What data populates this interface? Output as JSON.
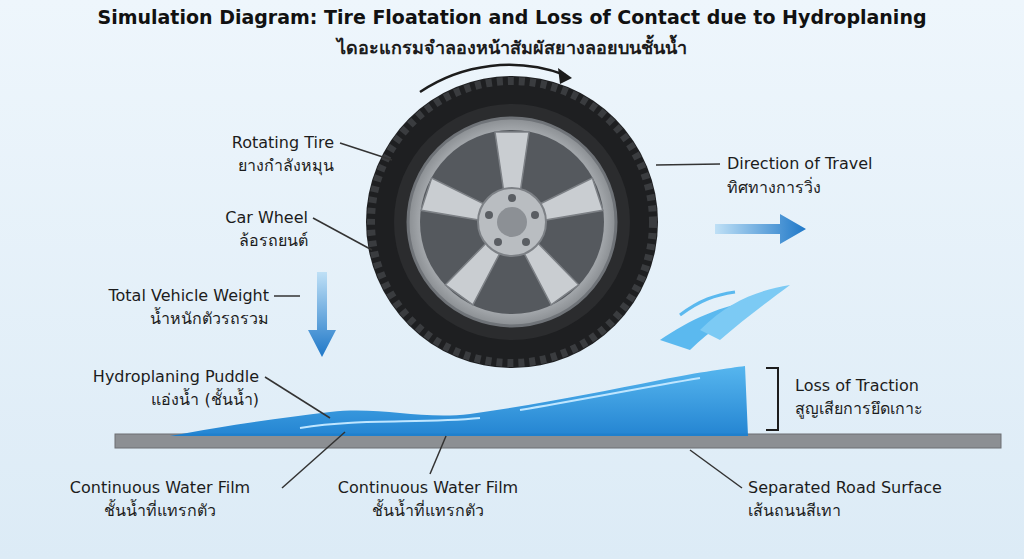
{
  "diagram": {
    "title": "Simulation Diagram: Tire Floatation and Loss of Contact due to Hydroplaning",
    "labels": [
      "ไดอะแกรมจำลองหน้าสัมผัสยางลอยบนชั้นน้ำ",
      "Rotating Tire",
      "ยางกำลังหมุน",
      "Car Wheel",
      "ล้อรถยนต์",
      "Total Vehicle Weight",
      "น้ำหนักตัวรถรวม",
      "Hydroplaning Puddle",
      "แอ่งน้ำ (ชั้นน้ำ)",
      "Continuous Water Film",
      "ชั้นน้ำที่แทรกตัว",
      "Continuous Water Film",
      "ชั้นน้ำที่แทรกตัว",
      "Direction of Travel",
      "ทิศทางการวิ่ง",
      "Loss of Traction",
      "สูญเสียการยึดเกาะ",
      "Separated Road Surface",
      "เส้นถนนสีเทา"
    ]
  }
}
